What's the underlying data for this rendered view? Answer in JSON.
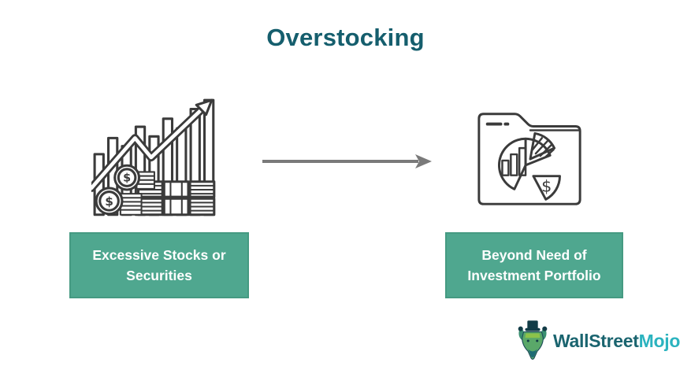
{
  "title": "Overstocking",
  "flow": {
    "left": {
      "icon": "growth-bar-chart-money-icon",
      "label_lines": [
        "Excessive Stocks or",
        "Securities"
      ]
    },
    "connector": {
      "icon": "right-arrow-icon"
    },
    "right": {
      "icon": "portfolio-pie-folder-icon",
      "label_lines": [
        "Beyond Need of",
        "Investment Portfolio"
      ]
    }
  },
  "logo": {
    "icon": "bull-mascot-icon",
    "text_primary": "WallStreet",
    "text_accent": "Mojo"
  },
  "colors": {
    "background": "#FFFFFF",
    "title_text": "#155E6D",
    "label_bg": "#4FA78F",
    "label_border": "#459A82",
    "label_text": "#FFFFFF",
    "icon_stroke": "#3B3B3B",
    "arrow": "#7A7A7A",
    "logo_primary": "#1A646F",
    "logo_accent": "#2BB3BF"
  }
}
